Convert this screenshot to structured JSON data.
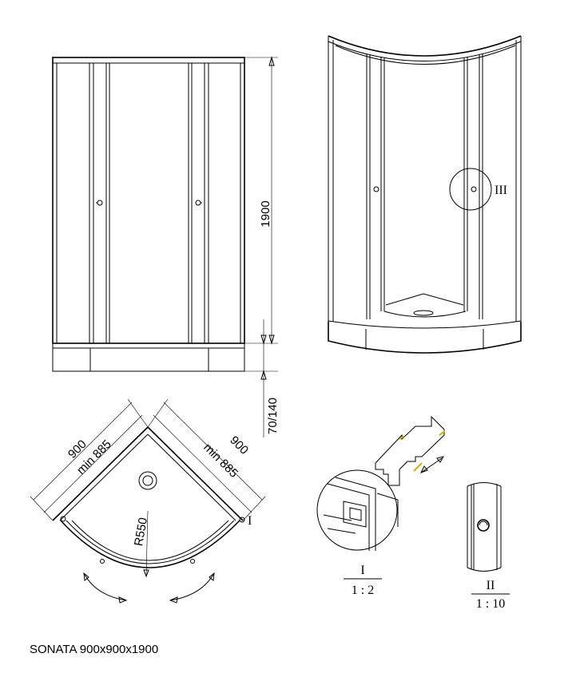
{
  "caption": "SONATA 900x900x1900",
  "front_view": {
    "height_label": "1900",
    "base_label": "70/140"
  },
  "perspective_view": {
    "detail_label": "III"
  },
  "plan_view": {
    "width_left": "900",
    "min_left": "min 885",
    "width_right": "900",
    "min_right": "min 885",
    "radius_label": "R550",
    "section_mark": "I"
  },
  "details": {
    "detail_1_label": "I",
    "detail_1_scale": "1 : 2",
    "detail_2_label": "II",
    "detail_2_scale": "1 : 10"
  },
  "colors": {
    "line": "#000000",
    "seal_accent": "#c8b400"
  }
}
